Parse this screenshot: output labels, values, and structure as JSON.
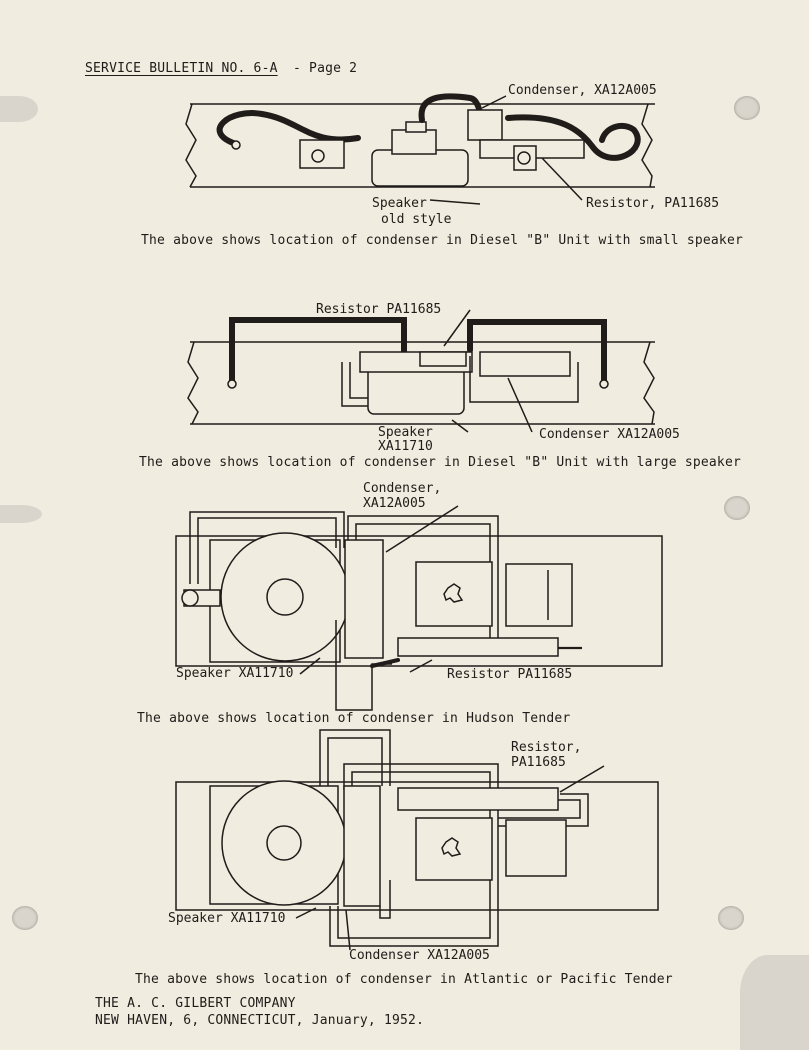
{
  "header": {
    "bulletin": "SERVICE BULLETIN NO. 6-A",
    "page": "- Page 2"
  },
  "figure1": {
    "condenser_label": "Condenser, XA12A005",
    "speaker_label_line1": "Speaker",
    "speaker_label_line2": "old style",
    "resistor_label": "Resistor, PA11685",
    "caption": "The above shows location of condenser in Diesel \"B\" Unit with small speaker"
  },
  "figure2": {
    "resistor_label": "Resistor PA11685",
    "speaker_label_line1": "Speaker",
    "speaker_label_line2": "XA11710",
    "condenser_label": "Condenser XA12A005",
    "caption": "The above shows location of condenser in Diesel \"B\" Unit with large speaker"
  },
  "figure3": {
    "condenser_label_line1": "Condenser,",
    "condenser_label_line2": "XA12A005",
    "speaker_label": "Speaker XA11710",
    "resistor_label": "Resistor PA11685",
    "caption": "The above shows location of condenser in Hudson Tender"
  },
  "figure4": {
    "resistor_label_line1": "Resistor,",
    "resistor_label_line2": "PA11685",
    "speaker_label": "Speaker XA11710",
    "condenser_label": "Condenser XA12A005",
    "caption": "The above shows location of condenser in Atlantic or Pacific Tender"
  },
  "footer": {
    "company": "THE A. C. GILBERT COMPANY",
    "address": "NEW HAVEN, 6, CONNECTICUT, January, 1952."
  }
}
